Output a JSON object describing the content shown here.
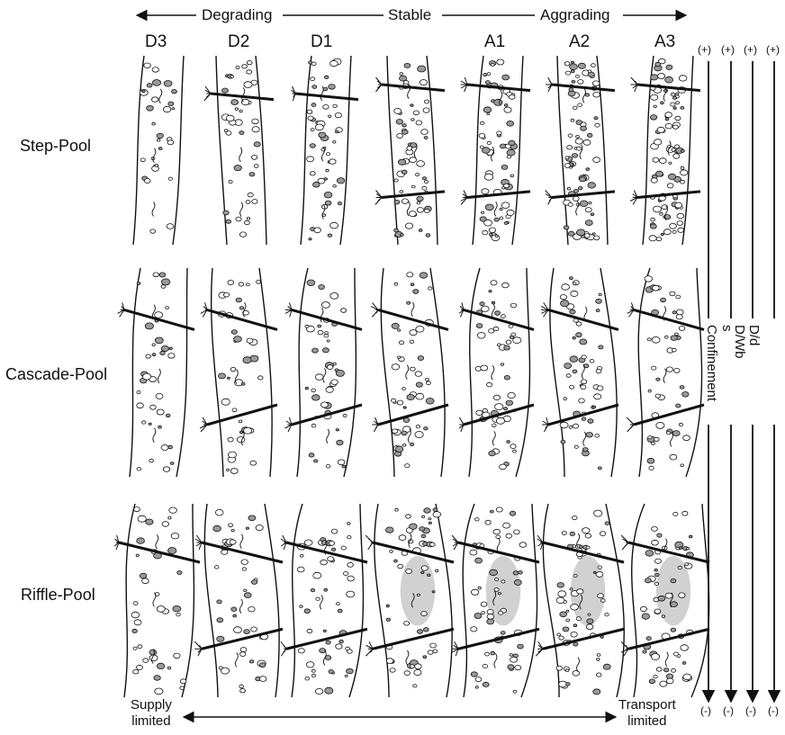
{
  "header": {
    "degrading": "Degrading",
    "stable": "Stable",
    "aggrading": "Aggrading"
  },
  "columns": [
    "D3",
    "D2",
    "D1",
    "",
    "A1",
    "A2",
    "A3"
  ],
  "rows": [
    "Step-Pool",
    "Cascade-Pool",
    "Riffle-Pool"
  ],
  "right_axis": {
    "plus": [
      "(+)",
      "(+)",
      "(+)",
      "(+)"
    ],
    "minus": [
      "(-)",
      "(-)",
      "(-)",
      "(-)"
    ],
    "labels": [
      "Confinement",
      "s",
      "D/Wb",
      "D/d"
    ]
  },
  "footer": {
    "left_line1": "Supply",
    "left_line2": "limited",
    "right_line1": "Transport",
    "right_line2": "limited"
  },
  "colors": {
    "ink": "#111111",
    "shade": "#9a9a9a",
    "paper": "#ffffff"
  },
  "panel_density": {
    "Step-Pool": [
      0.15,
      0.3,
      0.45,
      0.55,
      0.7,
      0.85,
      1.0
    ],
    "Cascade-Pool": [
      0.25,
      0.3,
      0.35,
      0.4,
      0.45,
      0.5,
      0.4
    ],
    "Riffle-Pool": [
      0.3,
      0.35,
      0.45,
      0.5,
      0.55,
      0.65,
      0.6
    ]
  }
}
